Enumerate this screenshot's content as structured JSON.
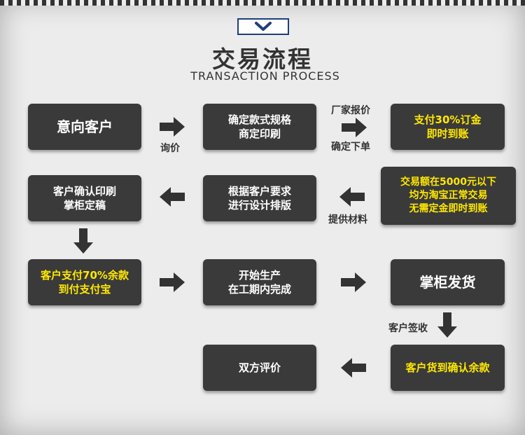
{
  "header": {
    "title": "交易流程",
    "subtitle": "TRANSACTION PROCESS",
    "badge_icon": "chevron-down-icon",
    "accent_color": "#1e3f7a"
  },
  "steps": {
    "intent": "意向客户",
    "confirm_style": "确定款式规格\n商定印刷",
    "pay_deposit": "支付30%订金\n即时到账",
    "taobao_note": "交易额在5000元以下\n均为淘宝正常交易\n无需定金即时到账",
    "design": "根据客户要求\n进行设计排版",
    "confirm_print": "客户确认印刷\n掌柜定稿",
    "pay_balance": "客户支付70%余款\n到付支付宝",
    "production": "开始生产\n在工期内完成",
    "ship": "掌柜发货",
    "receive_confirm": "客户货到确认余款",
    "review": "双方评价"
  },
  "arrow_labels": {
    "inquire": "询价",
    "factory_quote": "厂家报价",
    "order": "确定下单",
    "materials": "提供材料",
    "sign": "客户签收"
  },
  "colors": {
    "box": "#3a3a3a",
    "highlight_text": "#ffe800",
    "arrow": "#333333"
  }
}
